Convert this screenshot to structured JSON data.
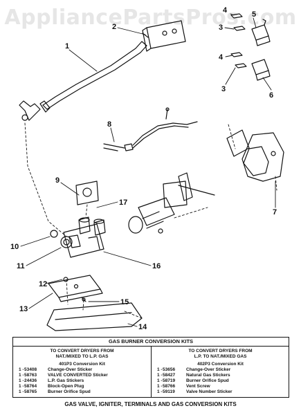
{
  "watermark": "AppliancePartsPros.com",
  "callouts": [
    "1",
    "2",
    "3",
    "4",
    "5",
    "4",
    "3",
    "6",
    "8",
    "7",
    "9",
    "17",
    "10",
    "11",
    "16",
    "12",
    "13",
    "15",
    "14"
  ],
  "kit_table": {
    "header": "GAS BURNER CONVERSION KITS",
    "left": {
      "heading_line1": "TO CONVERT DRYERS FROM",
      "heading_line2": "NAT./MIXED TO L.P. GAS",
      "kit_name": "401P3 Conversion Kit",
      "rows": [
        {
          "qty": "1 -",
          "part": "53408",
          "desc": "Change-Over Sticker"
        },
        {
          "qty": "1 -",
          "part": "58763",
          "desc": "VALVE CONVERTED Sticker"
        },
        {
          "qty": "1 -",
          "part": "24436",
          "desc": "L.P. Gas Stickers"
        },
        {
          "qty": "1 -",
          "part": "58764",
          "desc": "Block-Open Plug"
        },
        {
          "qty": "1 -",
          "part": "58765",
          "desc": "Burner Orifice Spud"
        }
      ]
    },
    "right": {
      "heading_line1": "TO CONVERT DRYERS FROM",
      "heading_line2": "L.P. TO NAT./MIXED GAS",
      "kit_name": "402P3 Conversion Kit",
      "rows": [
        {
          "qty": "1 -",
          "part": "53656",
          "desc": "Change-Over Sticker"
        },
        {
          "qty": "1 -",
          "part": "58427",
          "desc": "Natural Gas Stickers"
        },
        {
          "qty": "1 -",
          "part": "58719",
          "desc": "Burner Orifice Spud"
        },
        {
          "qty": "1 -",
          "part": "58766",
          "desc": "Vent Screw"
        },
        {
          "qty": "1 -",
          "part": "59119",
          "desc": "Valve Number Sticker"
        }
      ]
    }
  },
  "caption": "GAS VALVE, IGNITER, TERMINALS AND GAS CONVERSION KITS"
}
